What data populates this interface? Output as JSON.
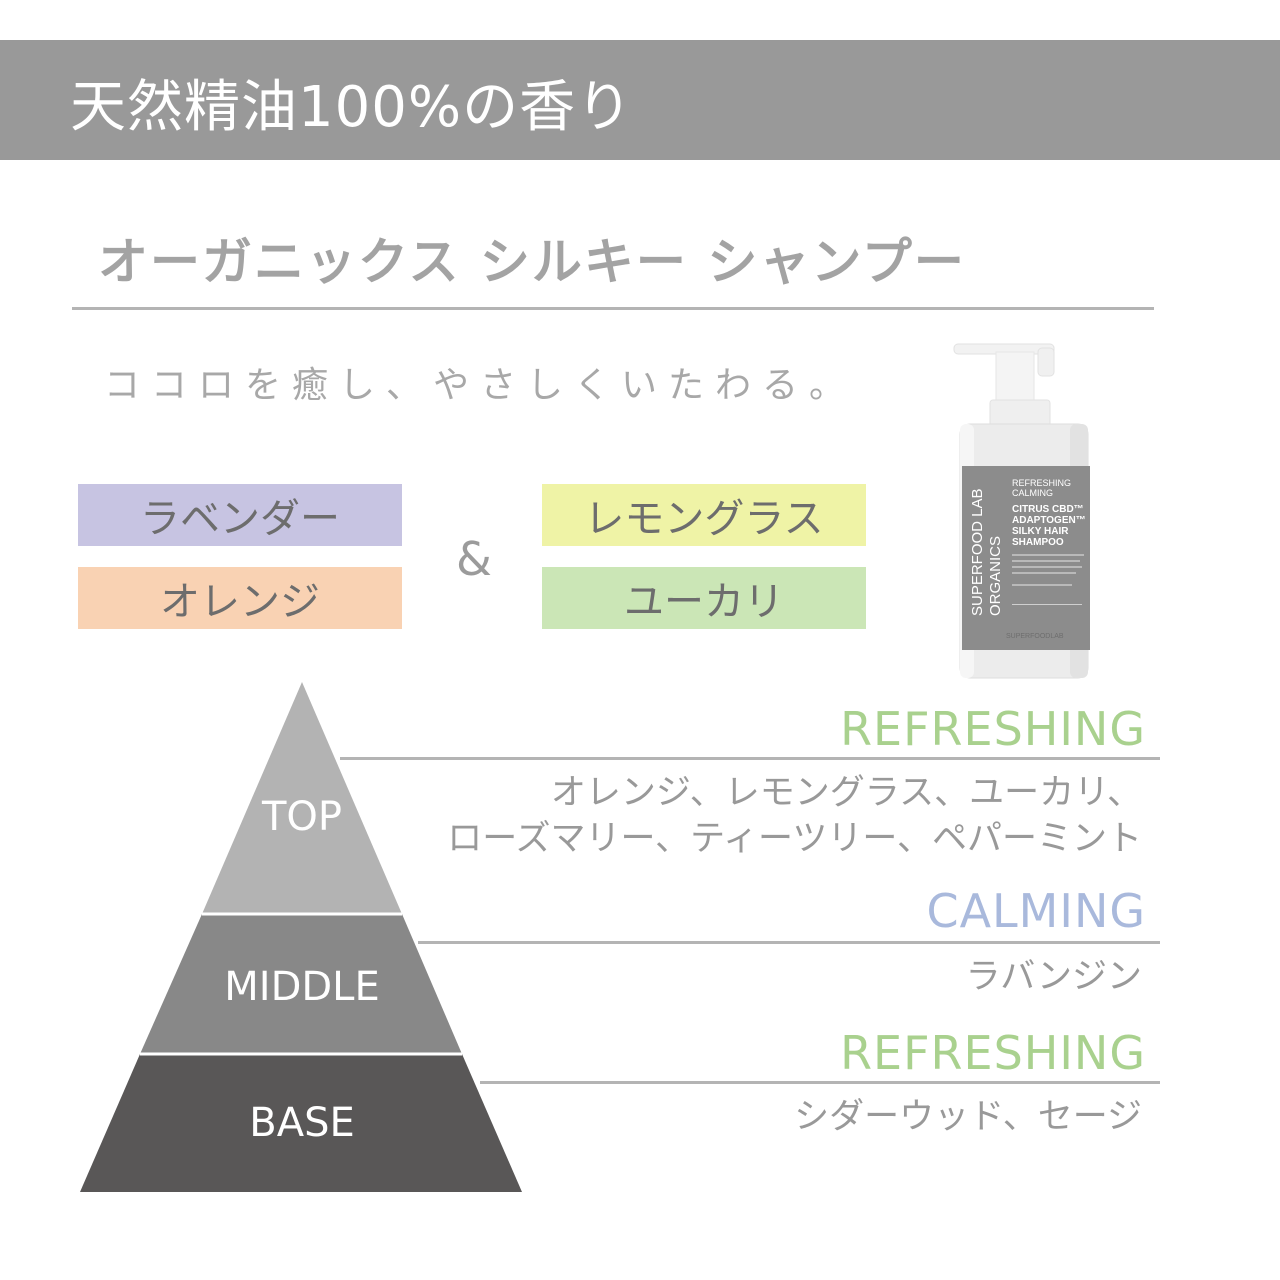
{
  "banner": {
    "title": "天然精油100%の香り",
    "bg_color": "#999999"
  },
  "product": {
    "name": "オーガニックス シルキー シャンプー",
    "tagline": "ココロを癒し、やさしくいたわる。"
  },
  "scents": {
    "ampersand": "&",
    "left": [
      {
        "label": "ラベンダー",
        "color": "#c7c4e2"
      },
      {
        "label": "オレンジ",
        "color": "#f9d2b3"
      }
    ],
    "right": [
      {
        "label": "レモングラス",
        "color": "#eff3a6"
      },
      {
        "label": "ユーカリ",
        "color": "#cbe6b6"
      }
    ]
  },
  "bottle_label": {
    "brand_vertical": "SUPERFOOD LAB",
    "brand_vertical_2": "ORGANICS",
    "line1": "REFRESHING",
    "line2": "CALMING",
    "line3": "CITRUS CBD™",
    "line4": "ADAPTOGEN™",
    "line5": "SILKY HAIR",
    "line6": "SHAMPOO",
    "footer": "SUPERFOODLAB"
  },
  "pyramid": {
    "tiers": [
      {
        "label": "TOP",
        "color": "#b3b3b3"
      },
      {
        "label": "MIDDLE",
        "color": "#888888"
      },
      {
        "label": "BASE",
        "color": "#595757"
      }
    ]
  },
  "notes": [
    {
      "head": "REFRESHING",
      "head_color": "#a9d18e",
      "lines": [
        "オレンジ、レモングラス、ユーカリ、",
        "ローズマリー、ティーツリー、ペパーミント"
      ]
    },
    {
      "head": "CALMING",
      "head_color": "#a9b9dc",
      "lines": [
        "ラバンジン"
      ]
    },
    {
      "head": "REFRESHING",
      "head_color": "#a9d18e",
      "lines": [
        "シダーウッド、セージ"
      ]
    }
  ]
}
